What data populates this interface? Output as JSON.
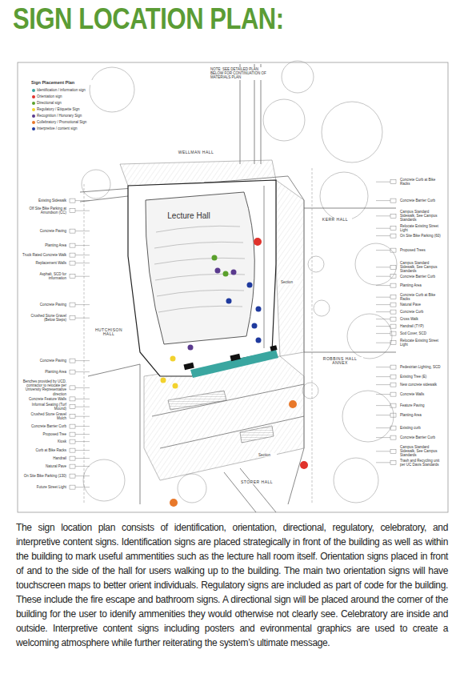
{
  "diagram": {
    "title": "SIGN LOCATION PLAN:",
    "caption": "The sign location plan consists of identification, orientation, directional, regulatory, celebratory, and interpretive content signs. Identification signs are placed strategically in front of the building as well as within the building to mark useful ammentities such as the lecture hall room itself. Orientation signs placed in front of and to the side of the hall for users walking up to the building. The main two orientation signs will have touchscreen maps to better orient individuals. Regulatory signs are included as part of code for the building. These include the fire escape and bathroom signs. A directional sign will be placed around the corner of the building for the user to idenify ammenities they would otherwise not clearly see. Celebratory are inside and outside. Interpretive content signs including posters and evironmental graphics are used to create a welcoming atmosphere while further reiterating the system’s ultimate message.",
    "nodes": [
      {
        "text": [
          "Lecture Hall"
        ]
      }
    ],
    "labels": [
      "NOTE: SEE DETAILED PLAN BELOW FOR CONTINUATION OF MATERIALS PLAN",
      "Sign Placement Plan",
      "WELLMAN HALL",
      "KERR HALL",
      "HUTCHISON HALL",
      "ROBBINS HALL ANNEX",
      "STORER HALL",
      "Section",
      "Section",
      "Existing Sidewalk",
      "Off Site Bike Parking at Amundson (CC)",
      "Concrete Paving",
      "Planting Area",
      "Truck Rated Concrete Walk",
      "Replacement Walls",
      "Asphalt, SCD for information",
      "Concrete Paving",
      "Crushed Stone Gravel (Below Steps)",
      "Concrete Paving",
      "Planting Area",
      "Benches provided by UCD, contractor to relocate per University Representative direction",
      "Concrete Feature Walls",
      "Informal Seating (Turf Mound)",
      "Crushed Stone Gravel Mulch",
      "Concrete Barrier Curb",
      "Proposed Tree",
      "Kiosk",
      "Curb at Bike Racks",
      "Handrail",
      "Natural Pave",
      "On Site Bike Parking (130)",
      "Future Street Light",
      "Concrete Curb at Bike Racks",
      "Concrete Barrier Curb",
      "Campus Standard Sidewalk, See Campus Standards",
      "Relocate Existing Street Light",
      "On Site Bike Parking (60)",
      "Proposed Trees",
      "Campus Standard Sidewalk, See Campus Standards",
      "Concrete Barrier Curb",
      "Planting Area",
      "Concrete Curb at Bike Racks",
      "Natural Pave",
      "Concrete Curb",
      "Cross Walk",
      "Handrail (TYP)",
      "Sod Cover, SCD",
      "Relocate Existing Street Light",
      "Pedestrian Lighting, SCD",
      "Existing Tree (E)",
      "New concrete sidewalk",
      "Concrete Walls",
      "Feature Paving",
      "Planting Area",
      "Existing curb",
      "Concrete Barrier Curb",
      "Campus Standard Sidewalk, See Campus Standards",
      "Trash and Recycling unit per UC Davis Standards"
    ],
    "legend": [
      {
        "text": "Identification / information sign",
        "color": "#3aa6a0"
      },
      {
        "text": "Orientation sign",
        "color": "#e0322b"
      },
      {
        "text": "Directional sign",
        "color": "#5aa02c"
      },
      {
        "text": "Regulatory / Etiquette Sign",
        "color": "#f2d22e"
      },
      {
        "text": "Recognition / Honorary Sign",
        "color": "#5a3a8e"
      },
      {
        "text": "Collebratory / Promotional Sign",
        "color": "#e8782a"
      },
      {
        "text": "Interpretive / content sign",
        "color": "#1f3a9e"
      }
    ]
  }
}
